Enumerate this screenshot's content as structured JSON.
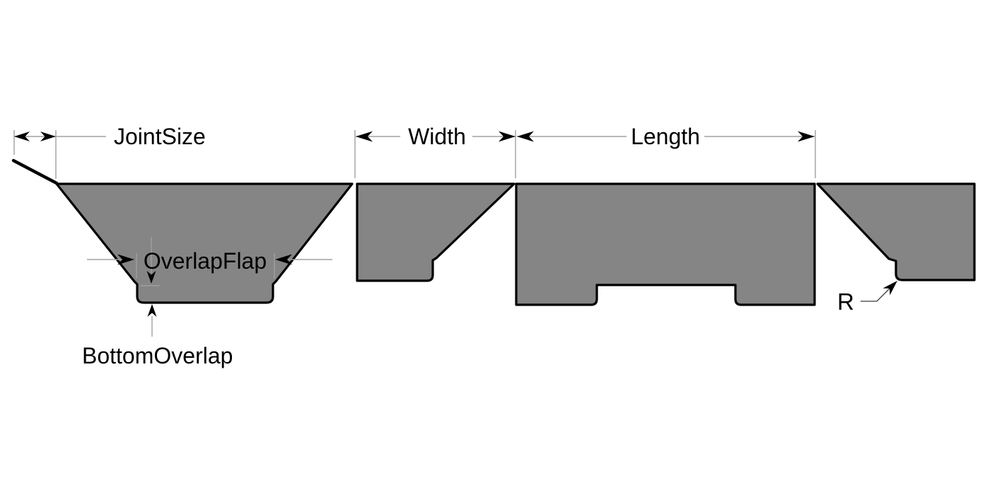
{
  "diagram": {
    "dimension_labels": {
      "joint_size": "JointSize",
      "width": "Width",
      "length": "Length",
      "overlap_flap": "OverlapFlap",
      "bottom_overlap": "BottomOverlap",
      "radius": "R"
    },
    "colors": {
      "panel_fill": "#858585",
      "outline": "#000000",
      "dimension_line": "#a0a0a0",
      "leader_line": "#3a3a3a",
      "arrow": "#000000",
      "text": "#000000",
      "background": "#ffffff"
    }
  }
}
